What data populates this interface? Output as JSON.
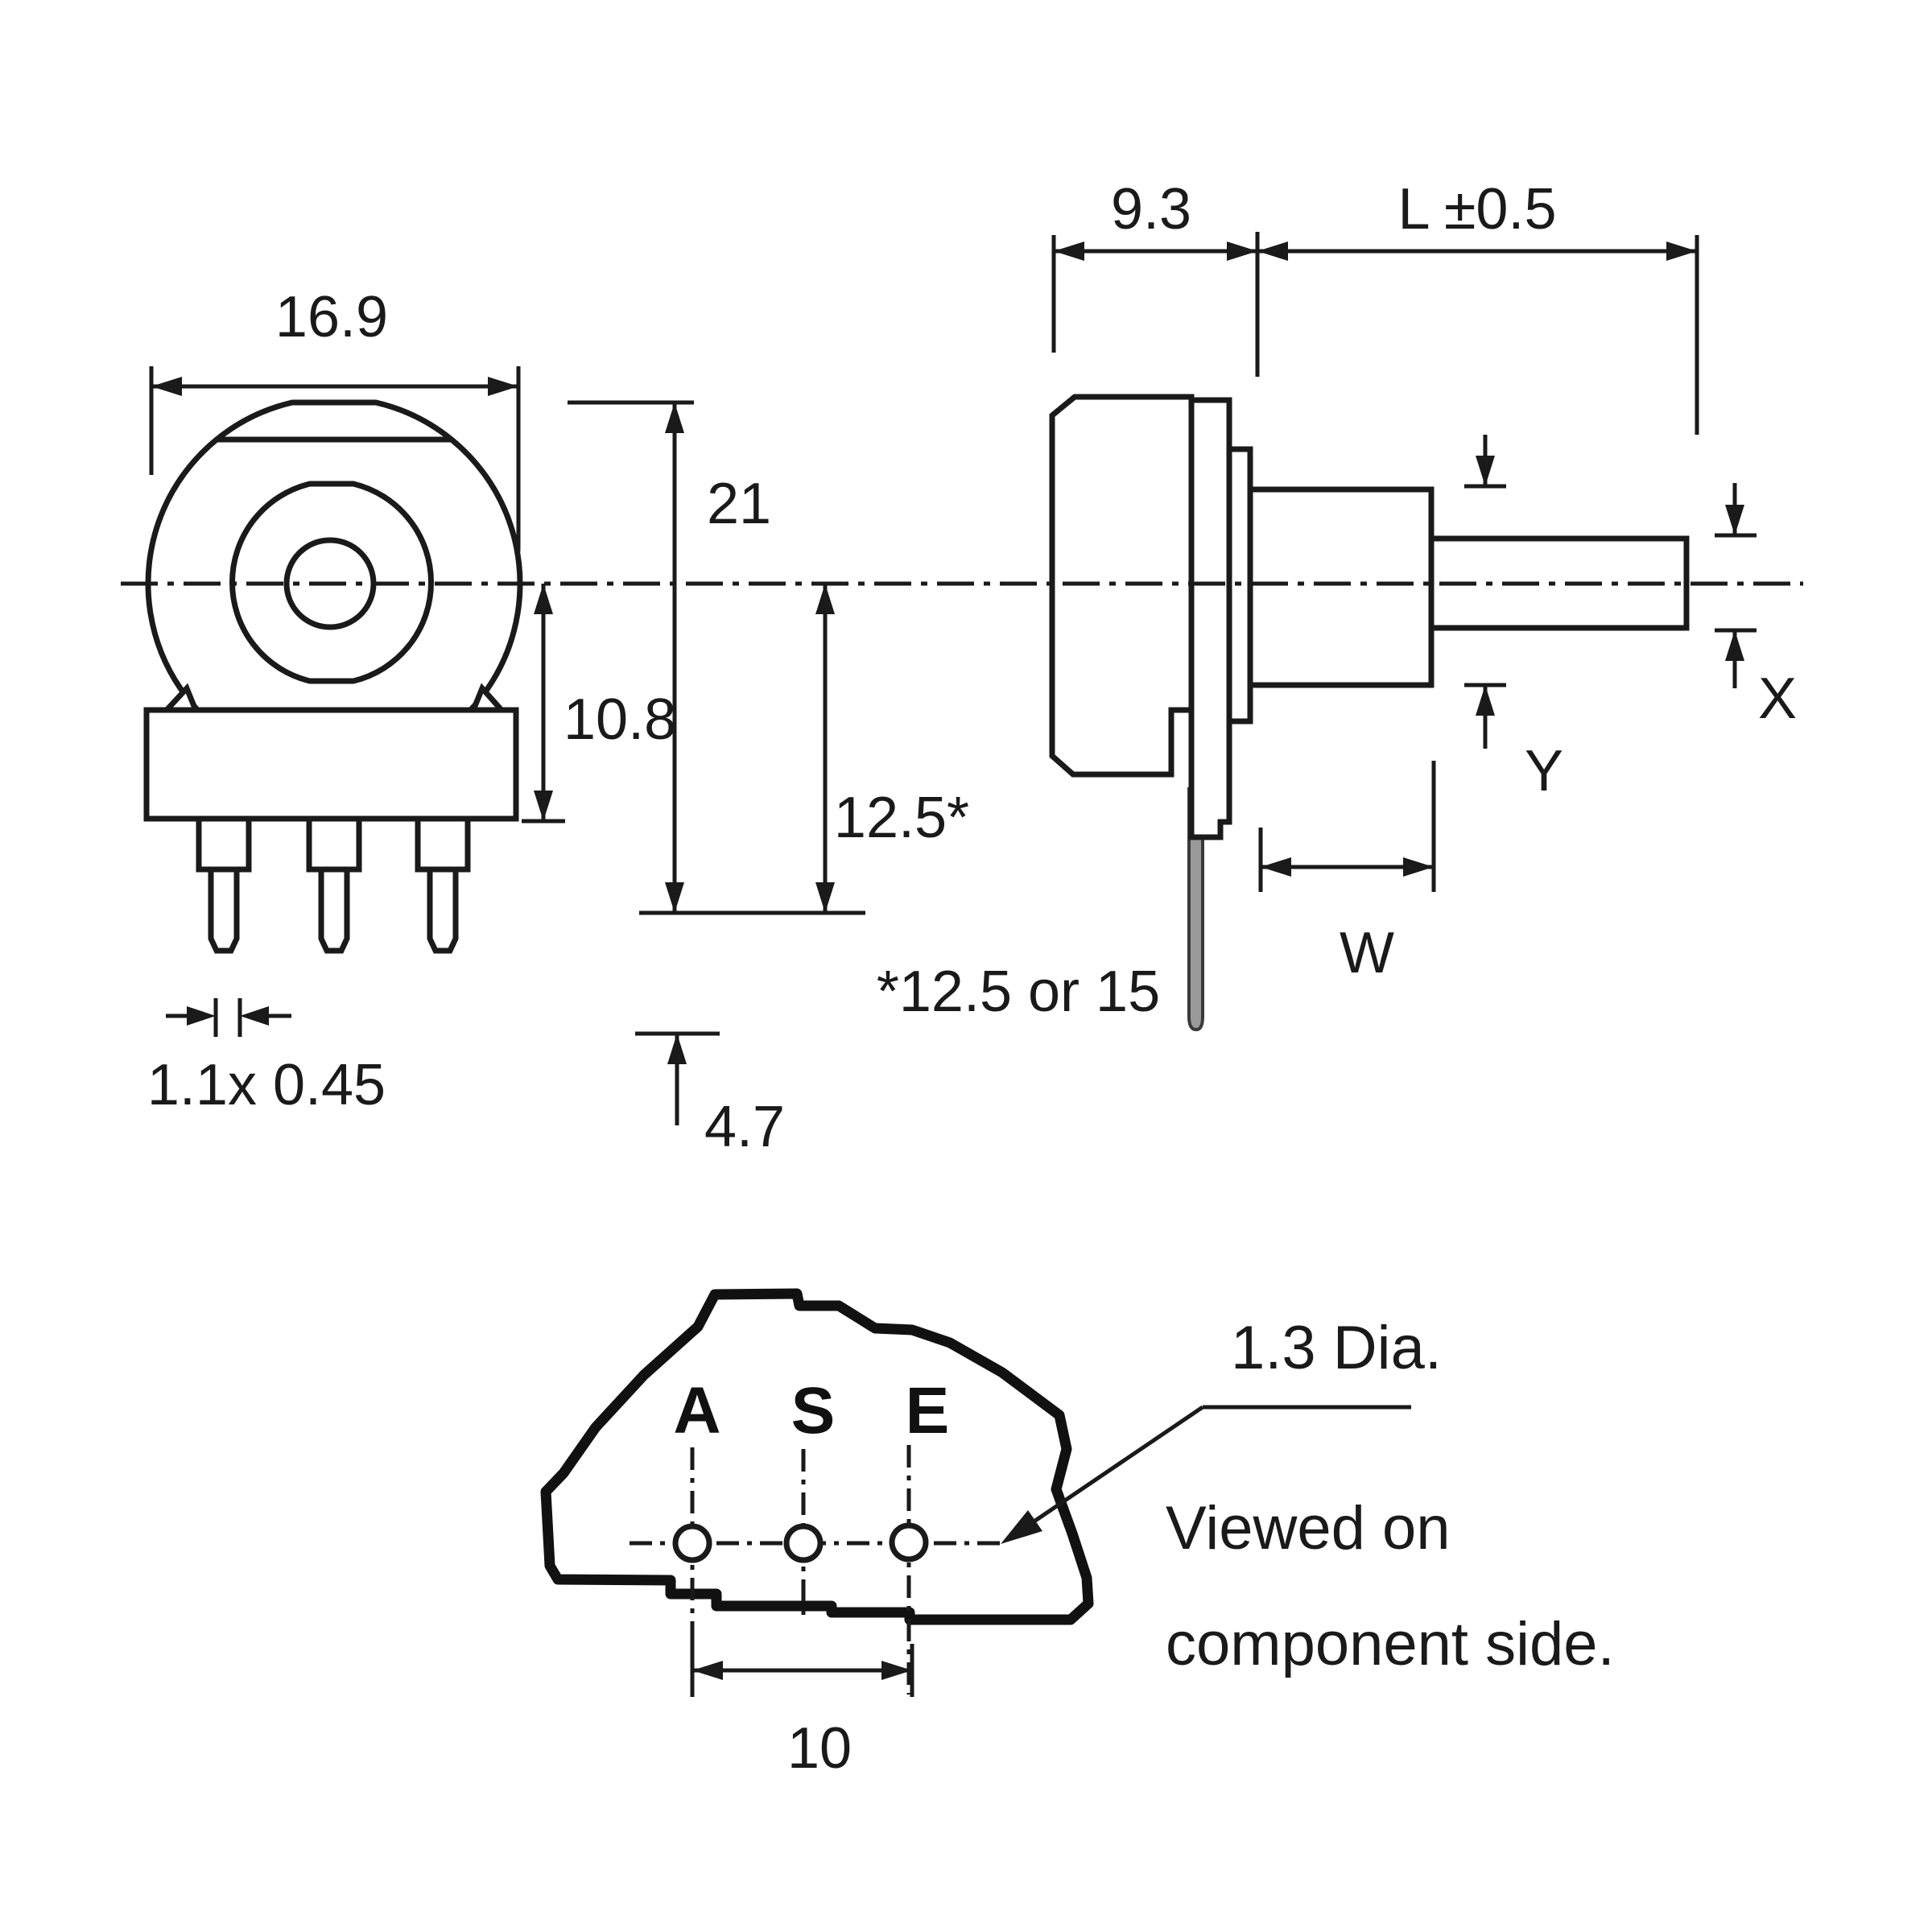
{
  "drawing": {
    "type": "potentiometer-mechanical-dimension-drawing",
    "units": "mm",
    "colors": {
      "line": "#1a1a1a",
      "solder_lug": "#9a9a9a",
      "background": "#ffffff"
    },
    "front_view": {
      "width_label": "16.9",
      "center_to_base_label": "10.8",
      "pin_section_label": "1.1x 0.45"
    },
    "height_dims": {
      "total_height_label": "21",
      "center_to_pcb_label": "12.5*",
      "pcb_note": "*12.5 or 15",
      "pin_protrusion_label": "4.7"
    },
    "side_view": {
      "body_depth_label": "9.3",
      "shaft_length_label": "L ±0.5",
      "shaft_flat_label": "X",
      "bushing_dia_label": "Y",
      "bushing_length_label": "W"
    },
    "bottom_view": {
      "terminals": [
        "A",
        "S",
        "E"
      ],
      "terminal_pitch_label": "10",
      "hole_dia_label": "1.3 Dia.",
      "view_note_line1": "Viewed on",
      "view_note_line2": "component side."
    }
  }
}
